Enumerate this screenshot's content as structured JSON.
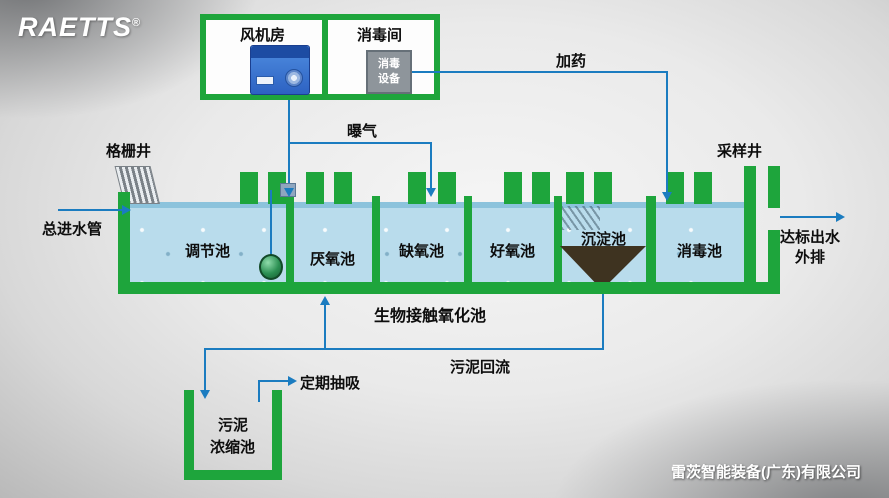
{
  "brand": {
    "logo_text": "RAETTS",
    "registered_mark": "®"
  },
  "footer": {
    "company_name": "雷茨智能装备(广东)有限公司"
  },
  "equipment_room": {
    "fan_room_label": "风机房",
    "disinfection_room_label": "消毒间",
    "disinfection_device_line1": "消毒",
    "disinfection_device_line2": "设备"
  },
  "pipelines": {
    "aeration_label": "曝气",
    "dosing_label": "加药",
    "inlet_label": "总进水管",
    "outlet_label_line1": "达标出水",
    "outlet_label_line2": "外排",
    "sludge_return_label": "污泥回流",
    "periodic_suction_label": "定期抽吸"
  },
  "wells": {
    "grid_well_label": "格栅井",
    "sampling_well_label": "采样井"
  },
  "tanks": [
    {
      "id": "regulating",
      "label": "调节池"
    },
    {
      "id": "anaerobic",
      "label": "厌氧池"
    },
    {
      "id": "anoxic",
      "label": "缺氧池"
    },
    {
      "id": "aerobic",
      "label": "好氧池"
    },
    {
      "id": "sedimentation",
      "label": "沉淀池"
    },
    {
      "id": "disinfection",
      "label": "消毒池"
    }
  ],
  "section_label": {
    "bio_contact_oxidation": "生物接触氧化池"
  },
  "sludge_tank": {
    "label_line1": "污泥",
    "label_line2": "浓缩池"
  },
  "colors": {
    "structure_green": "#1ea53c",
    "pipe_blue": "#1b7cc0",
    "water_blue": "#b9dcec",
    "hopper_brown": "#3e3320",
    "device_blue": "#2d62c2",
    "device_gray": "#8e959b"
  }
}
